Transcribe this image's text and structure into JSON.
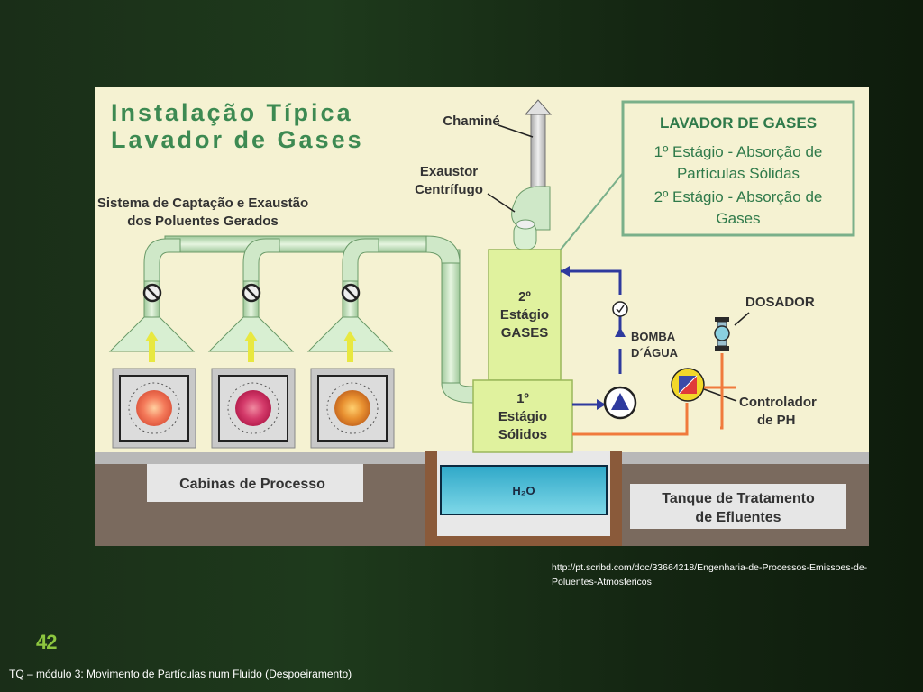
{
  "diagram": {
    "title_line1": "Instalação Típica",
    "title_line2": "Lavador de Gases",
    "chimney_label": "Chaminé",
    "fan_label_line1": "Exaustor",
    "fan_label_line2": "Centrífugo",
    "capture_label_line1": "Sistema de Captação e Exaustão",
    "capture_label_line2": "dos Poluentes Gerados",
    "info_box": {
      "heading": "LAVADOR DE GASES",
      "stage1_line1": "1º Estágio - Absorção de",
      "stage1_line2": "Partículas Sólidas",
      "stage2_line1": "2º Estágio - Absorção de",
      "stage2_line2": "Gases"
    },
    "stage2_line1": "2º",
    "stage2_line2": "Estágio",
    "stage2_line3": "GASES",
    "stage1_line1": "1º",
    "stage1_line2": "Estágio",
    "stage1_line3": "Sólidos",
    "pump_label_line1": "BOMBA",
    "pump_label_line2": "D´ÁGUA",
    "doser_label": "DOSADOR",
    "controller_label_line1": "Controlador",
    "controller_label_line2": "de PH",
    "cabins_label": "Cabinas de Processo",
    "water_label": "H₂O",
    "tank_label_line1": "Tanque de Tratamento",
    "tank_label_line2": "de Efluentes",
    "colors": {
      "background": "#f5f2d2",
      "title_green": "#3d8a52",
      "pipe_green": "#cfe8c8",
      "tower_green": "#e0f29e",
      "info_text": "#2f7a4a",
      "water": "#4ab7d0",
      "ground": "#7a6a5e",
      "orange_line": "#f07a3c",
      "blue_line": "#2e3a9e",
      "arrow_yellow": "#e8e840"
    }
  },
  "source_url": "http://pt.scribd.com/doc/33664218/Engenharia-de-Processos-Emissoes-de-Poluentes-Atmosfericos",
  "slide_number": "42",
  "footer_text": "TQ – módulo 3: Movimento de Partículas num Fluido (Despoeiramento)"
}
